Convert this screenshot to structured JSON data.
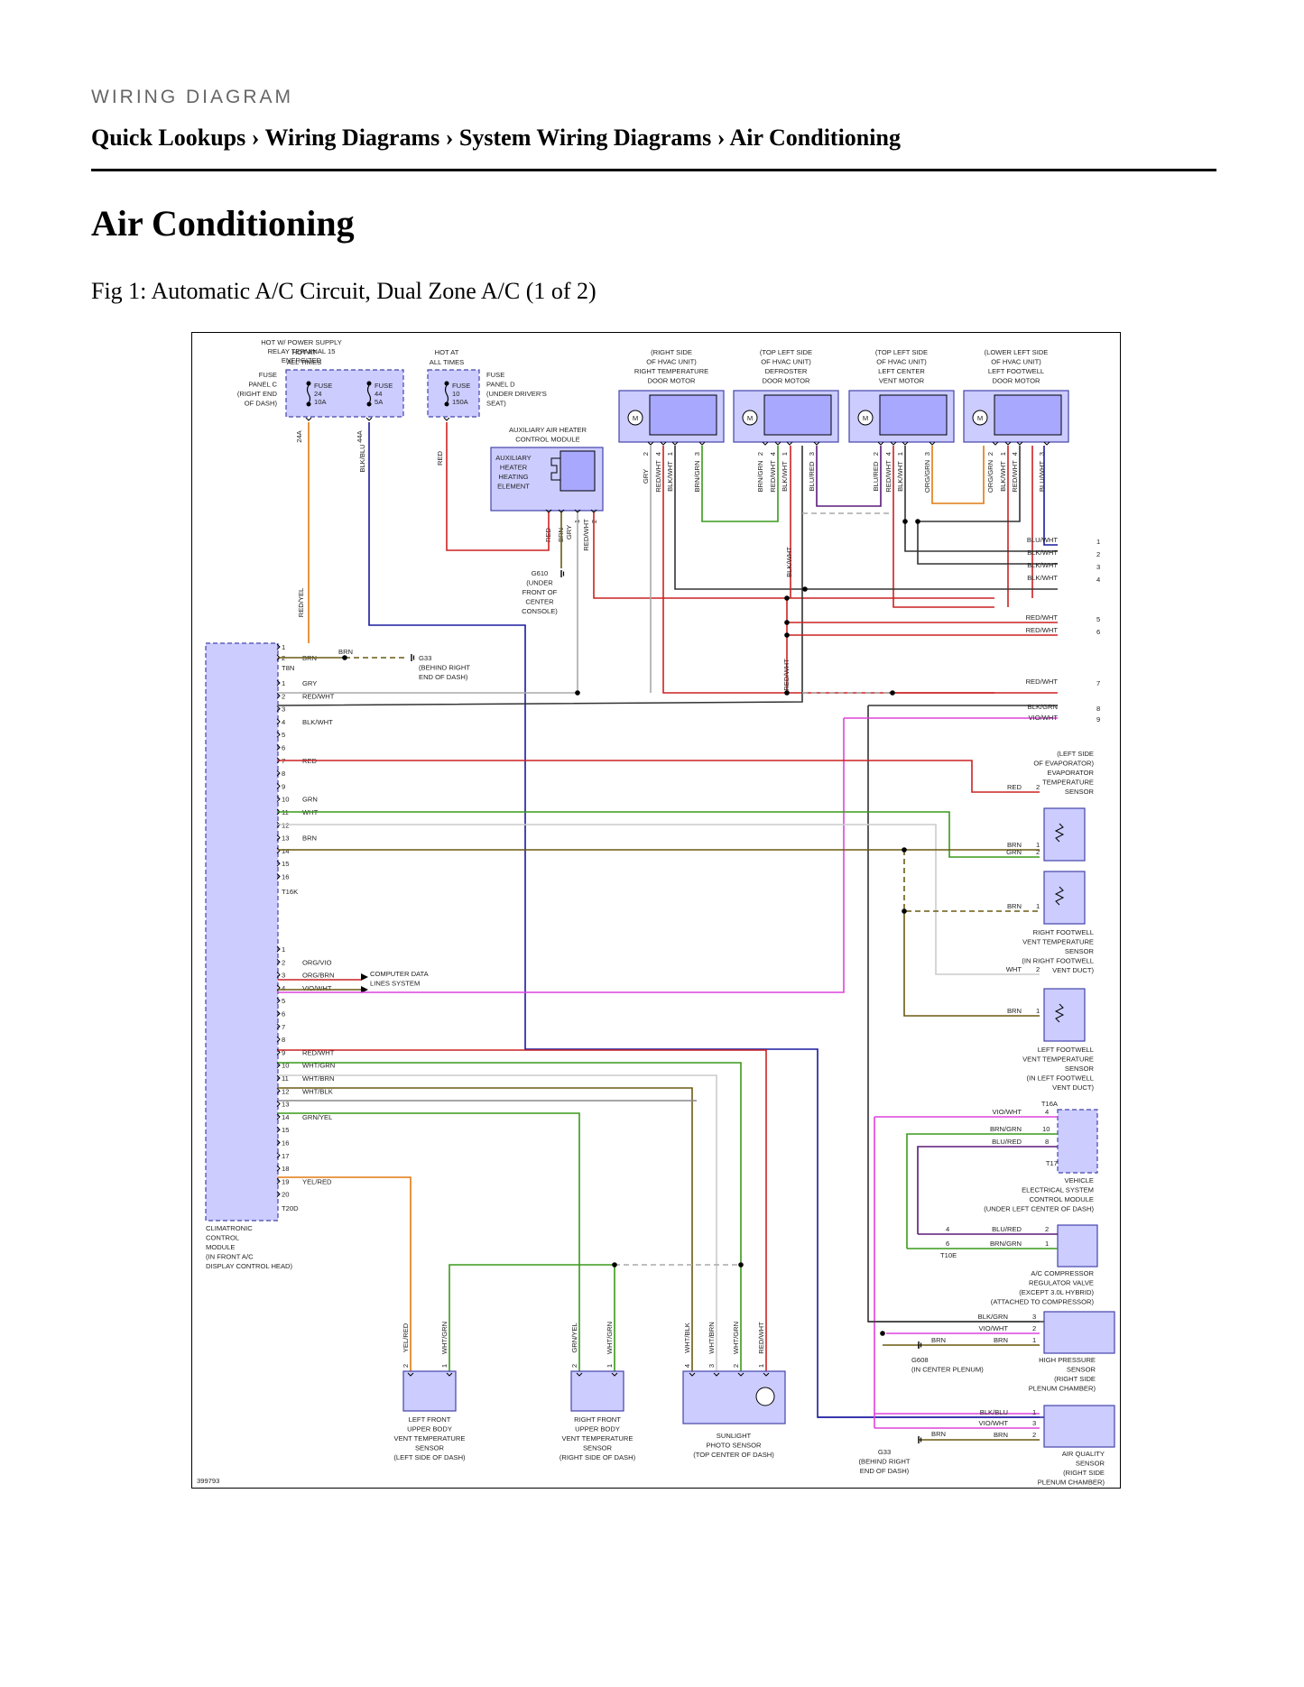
{
  "header": {
    "kicker": "WIRING DIAGRAM",
    "breadcrumb": [
      "Quick Lookups",
      "Wiring Diagrams",
      "System Wiring Diagrams",
      "Air Conditioning"
    ],
    "separator": "›"
  },
  "page_title": "Air Conditioning",
  "figure_caption": "Fig 1: Automatic A/C Circuit, Dual Zone A/C (1 of 2)",
  "diagram": {
    "figure_id": "399793",
    "fuse_panel_c": [
      "FUSE",
      "PANEL C",
      "(RIGHT END",
      "OF DASH)"
    ],
    "fuse_panel_d": [
      "FUSE",
      "PANEL D",
      "(UNDER DRIVER'S",
      "SEAT)"
    ],
    "hot_at_all_times": [
      "HOT AT",
      "ALL TIMES"
    ],
    "hot_relay": [
      "HOT W/ POWER SUPPLY",
      "RELAY TERMINAL 15",
      "ENERGIZED"
    ],
    "fuse24": [
      "FUSE",
      "24",
      "10A"
    ],
    "fuse44": [
      "FUSE",
      "44",
      "5A"
    ],
    "fuse10": [
      "FUSE",
      "10",
      "150A"
    ],
    "term_24a": "24A",
    "term_44a": "44A",
    "aux_heater_module": [
      "AUXILIARY AIR HEATER",
      "CONTROL MODULE"
    ],
    "aux_heater_element": [
      "AUXILIARY",
      "HEATER",
      "HEATING",
      "ELEMENT"
    ],
    "g610": [
      "G610",
      "(UNDER",
      "FRONT OF",
      "CENTER",
      "CONSOLE)"
    ],
    "g33_top": [
      "G33",
      "(BEHIND RIGHT",
      "END OF DASH)"
    ],
    "g33_bottom": [
      "G33",
      "(BEHIND RIGHT",
      "END OF DASH)"
    ],
    "g608": [
      "G608",
      "(IN CENTER PLENUM)"
    ],
    "motors": [
      {
        "label": [
          "(RIGHT SIDE",
          "OF HVAC UNIT)",
          "RIGHT TEMPERATURE",
          "DOOR MOTOR"
        ],
        "pins": [
          "2",
          "4",
          "1",
          "3"
        ],
        "wires": [
          "GRY",
          "RED/WHT",
          "BLK/WHT",
          "BRN/GRN"
        ]
      },
      {
        "label": [
          "(TOP LEFT SIDE",
          "OF HVAC UNIT)",
          "DEFROSTER",
          "DOOR MOTOR"
        ],
        "pins": [
          "2",
          "4",
          "1",
          "3"
        ],
        "wires": [
          "BRN/GRN",
          "RED/WHT",
          "BLK/WHT",
          "BLU/RED"
        ]
      },
      {
        "label": [
          "(TOP LEFT SIDE",
          "OF HVAC UNIT)",
          "LEFT CENTER",
          "VENT MOTOR"
        ],
        "pins": [
          "2",
          "4",
          "1",
          "3"
        ],
        "wires": [
          "BLU/RED",
          "RED/WHT",
          "BLK/WHT",
          "ORG/GRN"
        ]
      },
      {
        "label": [
          "(LOWER LEFT SIDE",
          "OF HVAC UNIT)",
          "LEFT FOOTWELL",
          "DOOR MOTOR"
        ],
        "pins": [
          "2",
          "1",
          "4",
          "3"
        ],
        "wires": [
          "ORG/GRN",
          "BLK/WHT",
          "RED/WHT",
          "BLU/WHT"
        ]
      }
    ],
    "right_legend": [
      {
        "num": "1",
        "wire": "BLU/WHT"
      },
      {
        "num": "2",
        "wire": "BLK/WHT"
      },
      {
        "num": "3",
        "wire": "BLK/WHT"
      },
      {
        "num": "4",
        "wire": "BLK/WHT"
      },
      {
        "num": "5",
        "wire": "RED/WHT"
      },
      {
        "num": "6",
        "wire": "RED/WHT"
      },
      {
        "num": "7",
        "wire": "RED/WHT"
      },
      {
        "num": "8",
        "wire": "BLK/GRN"
      },
      {
        "num": "9",
        "wire": "VIO/WHT"
      }
    ],
    "climatronic": [
      "CLIMATRONIC",
      "CONTROL",
      "MODULE",
      "(IN FRONT A/C",
      "DISPLAY CONTROL HEAD)"
    ],
    "connector_t8n": "T8N",
    "connector_t16k": "T16K",
    "connector_t20d": "T20D",
    "t8n_pins": [
      {
        "pin": "1",
        "wire": ""
      },
      {
        "pin": "2",
        "wire": "BRN"
      }
    ],
    "t16k_pins": [
      {
        "pin": "1",
        "wire": "GRY"
      },
      {
        "pin": "2",
        "wire": "RED/WHT"
      },
      {
        "pin": "3",
        "wire": ""
      },
      {
        "pin": "4",
        "wire": "BLK/WHT"
      },
      {
        "pin": "5",
        "wire": ""
      },
      {
        "pin": "6",
        "wire": ""
      },
      {
        "pin": "7",
        "wire": "RED"
      },
      {
        "pin": "8",
        "wire": ""
      },
      {
        "pin": "9",
        "wire": ""
      },
      {
        "pin": "10",
        "wire": "GRN"
      },
      {
        "pin": "11",
        "wire": "WHT"
      },
      {
        "pin": "12",
        "wire": ""
      },
      {
        "pin": "13",
        "wire": "BRN"
      },
      {
        "pin": "14",
        "wire": ""
      },
      {
        "pin": "15",
        "wire": ""
      },
      {
        "pin": "16",
        "wire": ""
      }
    ],
    "t20d_pins": [
      {
        "pin": "1",
        "wire": ""
      },
      {
        "pin": "2",
        "wire": "ORG/VIO"
      },
      {
        "pin": "3",
        "wire": "ORG/BRN"
      },
      {
        "pin": "4",
        "wire": "VIO/WHT"
      },
      {
        "pin": "5",
        "wire": ""
      },
      {
        "pin": "6",
        "wire": ""
      },
      {
        "pin": "7",
        "wire": ""
      },
      {
        "pin": "8",
        "wire": ""
      },
      {
        "pin": "9",
        "wire": "RED/WHT"
      },
      {
        "pin": "10",
        "wire": "WHT/GRN"
      },
      {
        "pin": "11",
        "wire": "WHT/BRN"
      },
      {
        "pin": "12",
        "wire": "WHT/BLK"
      },
      {
        "pin": "13",
        "wire": ""
      },
      {
        "pin": "14",
        "wire": "GRN/YEL"
      },
      {
        "pin": "15",
        "wire": ""
      },
      {
        "pin": "16",
        "wire": ""
      },
      {
        "pin": "17",
        "wire": ""
      },
      {
        "pin": "18",
        "wire": ""
      },
      {
        "pin": "19",
        "wire": "YEL/RED"
      },
      {
        "pin": "20",
        "wire": ""
      }
    ],
    "computer_data_lines": [
      "COMPUTER DATA",
      "LINES SYSTEM"
    ],
    "evap_sensor": [
      "(LEFT SIDE",
      "OF EVAPORATOR)",
      "EVAPORATOR",
      "TEMPERATURE",
      "SENSOR"
    ],
    "right_footwell_sensor": [
      "RIGHT FOOTWELL",
      "VENT TEMPERATURE",
      "SENSOR",
      "(IN RIGHT FOOTWELL",
      "VENT DUCT)"
    ],
    "left_footwell_sensor": [
      "LEFT FOOTWELL",
      "VENT TEMPERATURE",
      "SENSOR",
      "(IN LEFT FOOTWELL",
      "VENT DUCT)"
    ],
    "vecm": [
      "VEHICLE",
      "ELECTRICAL SYSTEM",
      "CONTROL MODULE",
      "(UNDER LEFT CENTER OF DASH)"
    ],
    "connector_t16a": "T16A",
    "connector_t17": "T17",
    "connector_t10e": "T10E",
    "compressor_valve": [
      "A/C COMPRESSOR",
      "REGULATOR VALVE",
      "(EXCEPT 3.0L HYBRID)",
      "(ATTACHED TO COMPRESSOR)"
    ],
    "high_pressure": [
      "HIGH PRESSURE",
      "SENSOR",
      "(RIGHT SIDE",
      "PLENUM CHAMBER)"
    ],
    "air_quality": [
      "AIR QUALITY",
      "SENSOR",
      "(RIGHT SIDE",
      "PLENUM CHAMBER)"
    ],
    "lf_upper": [
      "LEFT FRONT",
      "UPPER BODY",
      "VENT TEMPERATURE",
      "SENSOR",
      "(LEFT SIDE OF DASH)"
    ],
    "rf_upper": [
      "RIGHT FRONT",
      "UPPER BODY",
      "VENT TEMPERATURE",
      "SENSOR",
      "(RIGHT SIDE OF DASH)"
    ],
    "sunlight": [
      "SUNLIGHT",
      "PHOTO SENSOR",
      "(TOP CENTER OF DASH)"
    ],
    "wire_labels": {
      "red_yel": "RED/YEL",
      "blk_blu": "BLK/BLU",
      "red": "RED",
      "brn": "BRN",
      "gry": "GRY",
      "red_wht": "RED/WHT",
      "blk_wht": "BLK/WHT",
      "blu_red": "BLU/RED",
      "vio_wht": "VIO/WHT",
      "brn_grn": "BRN/GRN",
      "blk_grn": "BLK/GRN",
      "grn": "GRN",
      "wht": "WHT",
      "yel_red": "YEL/RED",
      "wht_grn": "WHT/GRN",
      "grn_yel": "GRN/YEL",
      "wht_blk": "WHT/BLK",
      "wht_brn": "WHT/BRN"
    },
    "pin_numbers": {
      "one": "1",
      "two": "2",
      "three": "3",
      "four": "4",
      "six": "6",
      "eight": "8",
      "ten": "10"
    },
    "motor_symbol": "M"
  },
  "colors": {
    "module_fill": "#ccccff",
    "module_stroke": "#4444aa",
    "red": "#cc2222",
    "blue": "#1a1aa0",
    "orange": "#e07a10",
    "green": "#3a9a1a",
    "brown": "#6b5a10",
    "violet": "#dd44dd",
    "purple": "#5a1a7a",
    "gray": "#aaaaaa",
    "black": "#333333"
  }
}
